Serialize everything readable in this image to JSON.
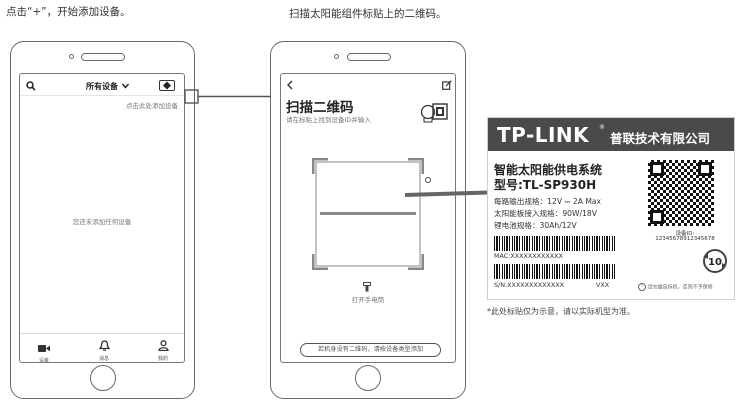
{
  "captions": {
    "step1": "点击“+”，开始添加设备。",
    "step2": "扫描太阳能组件标贴上的二维码。"
  },
  "phone1": {
    "header_title": "所有设备",
    "add_hint": "点击此处添加设备",
    "empty_text": "您还未添加任何设备",
    "tabs": [
      {
        "label": "设备",
        "icon": "camera-icon"
      },
      {
        "label": "消息",
        "icon": "bell-icon"
      },
      {
        "label": "我的",
        "icon": "user-icon"
      }
    ]
  },
  "phone2": {
    "title": "扫描二维码",
    "subtitle": "请在标贴上找到设备ID并输入",
    "flashlight": "打开手电筒",
    "bottom_button": "若机身没有二维码，请按设备类型添加"
  },
  "label": {
    "brand": "TP-LINK",
    "company": "普联技术有限公司",
    "product_name": "智能太阳能供电系统",
    "model": "型号:TL-SP930H",
    "spec1": "每路输出规格：12V ⎓ 2A Max",
    "spec2": "太阳能板接入规格：90W/18V",
    "spec3": "锂电池规格：30Ah/12V",
    "mac": "MAC:XXXXXXXXXXXX",
    "sn": "S/N:XXXXXXXXXXXXX",
    "version": "VXX",
    "device_id_label": "设备ID:",
    "device_id": "12345678912345678",
    "env_badge": "10",
    "warning": "请勿擅自拆机，否则不予保修"
  },
  "footnote": "*此处标贴仅为示意，请以实际机型为准。",
  "colors": {
    "label_header": "#4a4a4a",
    "arrow": "#666666",
    "line": "#555555"
  }
}
